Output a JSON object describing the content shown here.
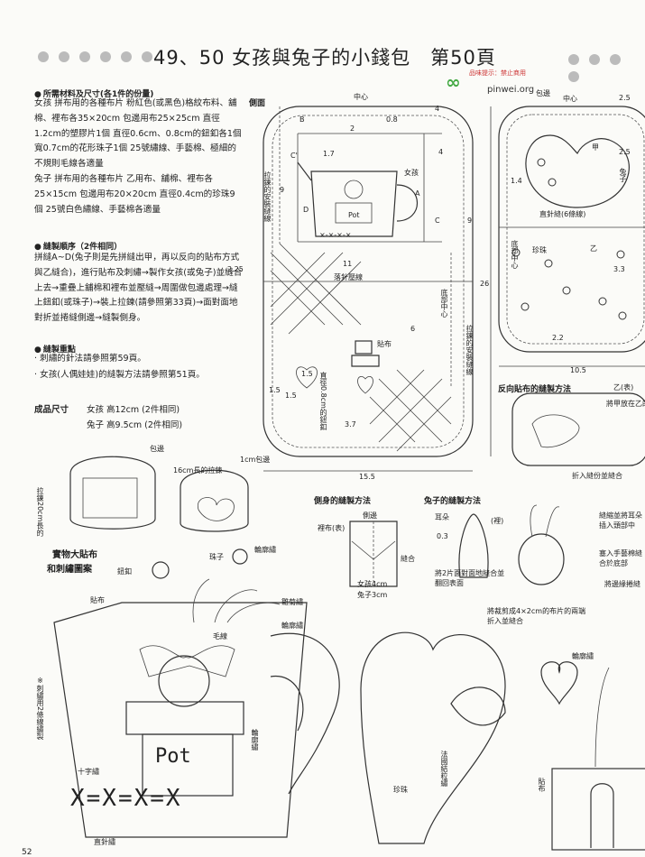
{
  "header": {
    "title": "49、50 女孩與兔子的小錢包　第50頁",
    "source_note": "品味提示：禁止商用",
    "source_logo": "pinwei.org"
  },
  "materials": {
    "heading": "所需材料及尺寸(各1件的份量)",
    "text": "女孩 拼布用的各種布片 粉紅色(或黑色)格紋布料、舖棉、裡布各35×20cm 包邊用布25×25cm 直徑1.2cm的塑膠片1個 直徑0.6cm、0.8cm的鈕釦各1個 寬0.7cm的花形珠子1個 25號繡線、手藝棉、極細的不規則毛線各適量\n兔子 拼布用的各種布片 乙用布、舖棉、裡布各25×15cm 包邊用布20×20cm 直徑0.4cm的珍珠9個 25號白色繡線、手藝棉各適量"
  },
  "steps": {
    "heading": "縫製順序（2件相同）",
    "text": "拼縫A~D(兔子則是先拼縫出甲，再以反向的貼布方式與乙縫合)，進行貼布及刺繡→製作女孩(或兔子)並縫合上去→重疊上舖棉和裡布並壓縫→周圍做包邊處理→縫上鈕釦(或珠子)→裝上拉鍊(請參照第33頁)→面對面地對折並捲縫側邊→縫製側身。"
  },
  "points": {
    "heading": "縫製重點",
    "items": [
      "· 刺繡的針法請參照第59頁。",
      "· 女孩(人偶娃娃)的縫製方法請參照第51頁。"
    ]
  },
  "size": {
    "heading": "成品尺寸",
    "girl": "女孩 高12cm (2件相同)",
    "rabbit": "兔子 高9.5cm (2件相同)"
  },
  "diagram_girl": {
    "side": "側面",
    "center": "中心",
    "bottom_center": "底部中心",
    "zipper_line": "拉鍊的安裝縫線",
    "girl": "女孩",
    "quilt_line": "落針壓線",
    "applique": "貼布",
    "button": "直徑0.8cm的鈕釦",
    "binding": "1cm包邊",
    "n_2": "2",
    "n_08": "0.8",
    "n_4": "4",
    "n_17": "1.7",
    "n_9": "9",
    "n_26": "26",
    "n_225": "2.25",
    "n_11": "11",
    "n_6": "6",
    "n_15": "1.5",
    "n_37": "3.7",
    "n_155": "15.5",
    "B": "B",
    "A": "A",
    "C": "C",
    "D": "D",
    "Cp": "C'",
    "pot": "Pot",
    "cross": "×-×-×-×"
  },
  "diagram_rabbit": {
    "binding": "包邊",
    "center": "中心",
    "bottom_center": "底部中心",
    "back_a": "甲",
    "back_b": "乙",
    "rabbit": "兔子",
    "quilt_line": "直針縫(6條線)",
    "pearl": "珍珠",
    "n_25": "2.5",
    "n_14": "1.4",
    "n_33": "3.3",
    "n_22": "2.2",
    "n_105": "10.5",
    "reverse_heading": "反向貼布的縫製方法",
    "reverse_b": "乙(表)",
    "reverse_note1": "將甲放在乙的下方",
    "reverse_note2": "折入縫份並縫合"
  },
  "small_items": {
    "binding": "包邊",
    "zipper": "16cm長的拉鍊",
    "zipper_side": "拉鍊20cm長的"
  },
  "side_method": {
    "heading": "側身的縫製方法",
    "side": "側邊",
    "lining": "裡布(表)",
    "seam": "縫合",
    "girl": "女孩4cm",
    "rabbit": "兔子3cm"
  },
  "rabbit_method": {
    "heading": "兔子的縫製方法",
    "ear": "耳朵",
    "back": "(裡)",
    "n_03": "0.3",
    "note": "將2片面對面地縫合並翻回表面",
    "stuff1": "縫縮並將耳朵插入頭部中",
    "stuff2": "塞入手藝棉縫合於底部",
    "stuff3": "將邊緣捲縫",
    "cloth": "將裁剪成4×2cm的布片的兩端折入並縫合"
  },
  "full_size": {
    "heading1": "實物大貼布",
    "heading2": "和刺繡圖案",
    "button": "鈕釦",
    "bead": "珠子",
    "outline": "輪廓繡",
    "daisy": "雛菊繡",
    "outline2": "輪廓繡",
    "applique": "貼布",
    "yarn": "毛線",
    "note": "※刺繡用2條線繡製",
    "cross": "十字繡",
    "straight": "直針繡",
    "outline3": "輪廓繡",
    "pearl": "珍珠",
    "french": "法國結粒繡",
    "outline4": "輪廓繡",
    "applique2": "貼布",
    "pot": "Pot",
    "cross_row": "X=X=X=X"
  },
  "page_number": "52"
}
